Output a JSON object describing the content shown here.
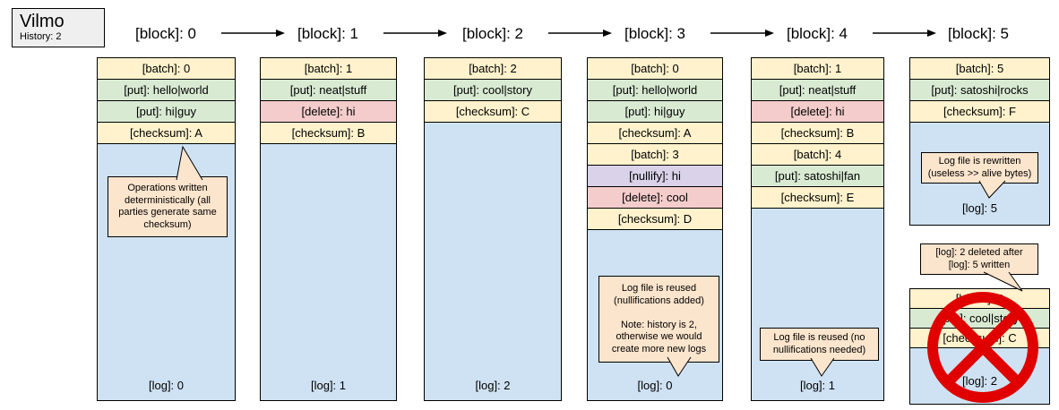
{
  "app": {
    "title": "Vilmo",
    "subtitle": "History: 2"
  },
  "colors": {
    "batch": "#fff2cc",
    "put": "#d9ead3",
    "delete": "#f4cccc",
    "nullify": "#d9d2e9",
    "checksum": "#fff2cc",
    "log_bg": "#cfe2f3",
    "callout_bg": "#fce5cd",
    "prohibited": "#e00000"
  },
  "blocks": [
    {
      "label": "[block]: 0",
      "rows": [
        {
          "type": "batch",
          "label": "[batch]: 0"
        },
        {
          "type": "put",
          "label": "[put]: hello|world"
        },
        {
          "type": "put",
          "label": "[put]: hi|guy"
        },
        {
          "type": "checksum",
          "label": "[checksum]: A"
        }
      ],
      "log": "[log]: 0",
      "callout": "Operations written\ndeterministically (all\nparties generate same\nchecksum)"
    },
    {
      "label": "[block]: 1",
      "rows": [
        {
          "type": "batch",
          "label": "[batch]: 1"
        },
        {
          "type": "put",
          "label": "[put]: neat|stuff"
        },
        {
          "type": "delete",
          "label": "[delete]: hi"
        },
        {
          "type": "checksum",
          "label": "[checksum]: B"
        }
      ],
      "log": "[log]: 1"
    },
    {
      "label": "[block]: 2",
      "rows": [
        {
          "type": "batch",
          "label": "[batch]: 2"
        },
        {
          "type": "put",
          "label": "[put]: cool|story"
        },
        {
          "type": "checksum",
          "label": "[checksum]: C"
        }
      ],
      "log": "[log]: 2"
    },
    {
      "label": "[block]: 3",
      "rows": [
        {
          "type": "batch",
          "label": "[batch]: 0"
        },
        {
          "type": "put",
          "label": "[put]: hello|world"
        },
        {
          "type": "put",
          "label": "[put]: hi|guy"
        },
        {
          "type": "checksum",
          "label": "[checksum]: A"
        },
        {
          "type": "batch",
          "label": "[batch]: 3"
        },
        {
          "type": "nullify",
          "label": "[nullify]: hi"
        },
        {
          "type": "delete",
          "label": "[delete]: cool"
        },
        {
          "type": "checksum",
          "label": "[checksum]: D"
        }
      ],
      "log": "[log]: 0",
      "callout": "Log file is reused\n(nullifications added)\n\nNote: history is 2,\notherwise we would\ncreate more new logs"
    },
    {
      "label": "[block]: 4",
      "rows": [
        {
          "type": "batch",
          "label": "[batch]: 1"
        },
        {
          "type": "put",
          "label": "[put]: neat|stuff"
        },
        {
          "type": "delete",
          "label": "[delete]: hi"
        },
        {
          "type": "checksum",
          "label": "[checksum]: B"
        },
        {
          "type": "batch",
          "label": "[batch]: 4"
        },
        {
          "type": "put",
          "label": "[put]: satoshi|fan"
        },
        {
          "type": "checksum",
          "label": "[checksum]: E"
        }
      ],
      "log": "[log]: 1",
      "callout": "Log file is reused (no\nnullifications needed)"
    },
    {
      "label": "[block]: 5",
      "rows": [
        {
          "type": "batch",
          "label": "[batch]: 5"
        },
        {
          "type": "put",
          "label": "[put]: satoshi|rocks"
        },
        {
          "type": "checksum",
          "label": "[checksum]: F"
        }
      ],
      "log": "[log]: 5",
      "callout": "Log file is rewritten\n(useless >> alive bytes)"
    }
  ],
  "deleted_block": {
    "rows": [
      {
        "type": "batch",
        "label": "[batch]: 2"
      },
      {
        "type": "put",
        "label": "[put]: cool|story"
      },
      {
        "type": "checksum",
        "label": "[checksum]: C"
      }
    ],
    "log": "[log]: 2",
    "callout": "[log]: 2 deleted after\n[log]: 5 written"
  }
}
